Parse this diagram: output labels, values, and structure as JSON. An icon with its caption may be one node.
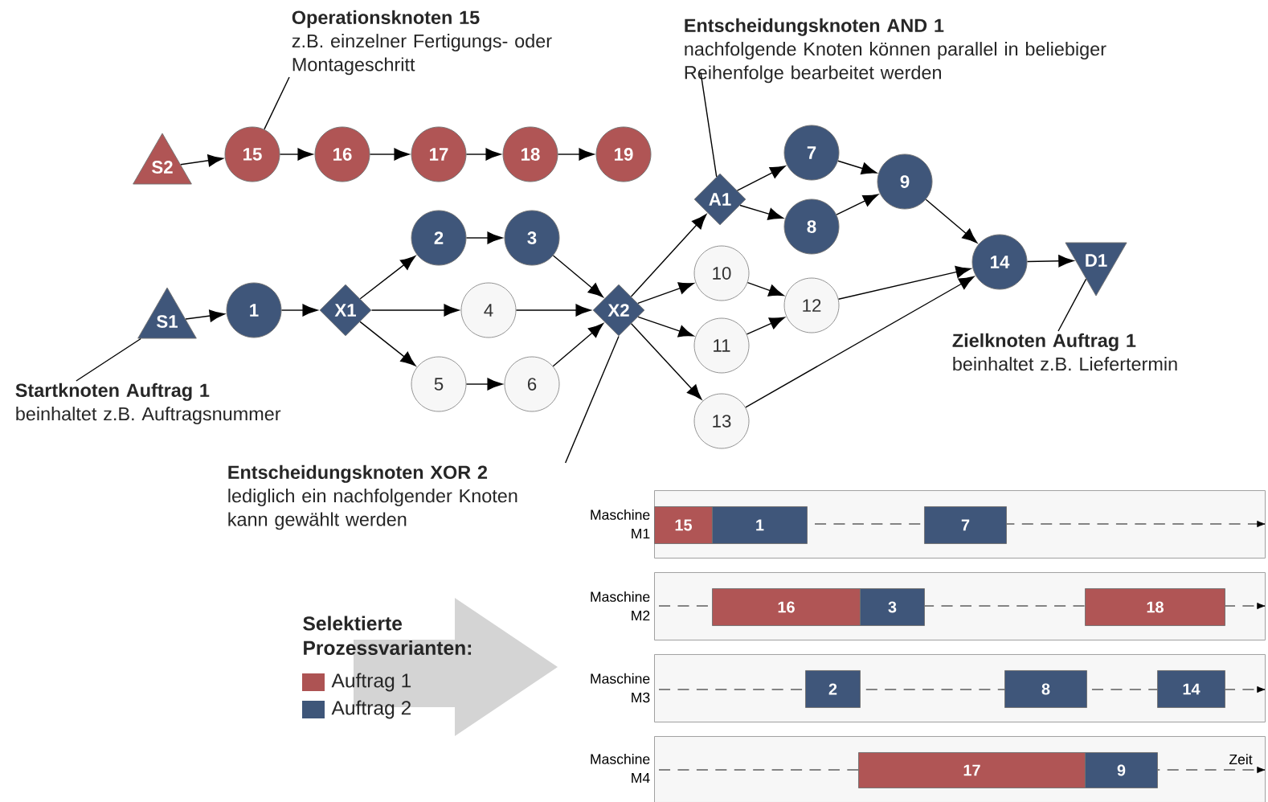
{
  "diagram": {
    "nodes": [
      {
        "text": [
          "S2"
        ]
      },
      {
        "text": [
          "15"
        ]
      },
      {
        "text": [
          "16"
        ]
      },
      {
        "text": [
          "17"
        ]
      },
      {
        "text": [
          "18"
        ]
      },
      {
        "text": [
          "19"
        ]
      },
      {
        "text": [
          "S1"
        ]
      },
      {
        "text": [
          "1"
        ]
      },
      {
        "text": [
          "X1"
        ]
      },
      {
        "text": [
          "2"
        ]
      },
      {
        "text": [
          "3"
        ]
      },
      {
        "text": [
          "4"
        ]
      },
      {
        "text": [
          "5"
        ]
      },
      {
        "text": [
          "6"
        ]
      },
      {
        "text": [
          "X2"
        ]
      },
      {
        "text": [
          "A1"
        ]
      },
      {
        "text": [
          "7"
        ]
      },
      {
        "text": [
          "8"
        ]
      },
      {
        "text": [
          "9"
        ]
      },
      {
        "text": [
          "10"
        ]
      },
      {
        "text": [
          "11"
        ]
      },
      {
        "text": [
          "12"
        ]
      },
      {
        "text": [
          "13"
        ]
      },
      {
        "text": [
          "14"
        ]
      },
      {
        "text": [
          "D1"
        ]
      },
      {
        "text": [
          "Operationsknoten 15",
          "z.B. einzelner Fertigungs- oder Montageschritt"
        ]
      },
      {
        "text": [
          "Entscheidungsknoten AND 1",
          "nachfolgende Knoten können parallel in beliebiger Reihenfolge bearbeitet werden"
        ]
      },
      {
        "text": [
          "Startknoten Auftrag 1",
          "beinhaltet z.B. Auftragsnummer"
        ]
      },
      {
        "text": [
          "Zielknoten Auftrag 1",
          "beinhaltet z.B. Liefertermin"
        ]
      },
      {
        "text": [
          "Entscheidungsknoten XOR 2",
          "lediglich ein nachfolgender Knoten kann gewählt werden"
        ]
      },
      {
        "text": [
          "Maschine M1"
        ]
      },
      {
        "text": [
          "15"
        ],
        "in": 30
      },
      {
        "text": [
          "1"
        ],
        "in": 30
      },
      {
        "text": [
          "7"
        ],
        "in": 30
      },
      {
        "text": [
          "Maschine M2"
        ]
      },
      {
        "text": [
          "16"
        ],
        "in": 34
      },
      {
        "text": [
          "3"
        ],
        "in": 34
      },
      {
        "text": [
          "18"
        ],
        "in": 34
      },
      {
        "text": [
          "Maschine M3"
        ]
      },
      {
        "text": [
          "2"
        ],
        "in": 38
      },
      {
        "text": [
          "8"
        ],
        "in": 38
      },
      {
        "text": [
          "14"
        ],
        "in": 38
      },
      {
        "text": [
          "Maschine M4"
        ]
      },
      {
        "text": [
          "17"
        ],
        "in": 42
      },
      {
        "text": [
          "9"
        ],
        "in": 42
      }
    ],
    "edges": [
      {
        "from": 0,
        "to": 1,
        "arrow": "to"
      },
      {
        "from": 1,
        "to": 2,
        "arrow": "to"
      },
      {
        "from": 2,
        "to": 3,
        "arrow": "to"
      },
      {
        "from": 3,
        "to": 4,
        "arrow": "to"
      },
      {
        "from": 4,
        "to": 5,
        "arrow": "to"
      },
      {
        "from": 6,
        "to": 7,
        "arrow": "to"
      },
      {
        "from": 7,
        "to": 8,
        "arrow": "to"
      },
      {
        "from": 8,
        "to": 9,
        "arrow": "to"
      },
      {
        "from": 8,
        "to": 11,
        "arrow": "to"
      },
      {
        "from": 8,
        "to": 12,
        "arrow": "to"
      },
      {
        "from": 9,
        "to": 10,
        "arrow": "to"
      },
      {
        "from": 12,
        "to": 13,
        "arrow": "to"
      },
      {
        "from": 10,
        "to": 14,
        "arrow": "to"
      },
      {
        "from": 11,
        "to": 14,
        "arrow": "to"
      },
      {
        "from": 13,
        "to": 14,
        "arrow": "to"
      },
      {
        "from": 14,
        "to": 15,
        "arrow": "to"
      },
      {
        "from": 14,
        "to": 19,
        "arrow": "to"
      },
      {
        "from": 14,
        "to": 20,
        "arrow": "to"
      },
      {
        "from": 14,
        "to": 22,
        "arrow": "to"
      },
      {
        "from": 15,
        "to": 16,
        "arrow": "to"
      },
      {
        "from": 15,
        "to": 17,
        "arrow": "to"
      },
      {
        "from": 16,
        "to": 18,
        "arrow": "to"
      },
      {
        "from": 17,
        "to": 18,
        "arrow": "to"
      },
      {
        "from": 18,
        "to": 23,
        "arrow": "to"
      },
      {
        "from": 19,
        "to": 21,
        "arrow": "to"
      },
      {
        "from": 20,
        "to": 21,
        "arrow": "to"
      },
      {
        "from": 21,
        "to": 23,
        "arrow": "to"
      },
      {
        "from": 22,
        "to": 23,
        "arrow": "to"
      },
      {
        "from": 23,
        "to": 24,
        "arrow": "to"
      },
      {
        "from": 25,
        "to": 1,
        "arrow": "none"
      },
      {
        "from": 26,
        "to": 15,
        "arrow": "none"
      },
      {
        "from": 27,
        "to": 6,
        "arrow": "none"
      },
      {
        "from": 28,
        "to": 24,
        "arrow": "none"
      },
      {
        "from": 29,
        "to": 14,
        "arrow": "none"
      }
    ],
    "labels": [
      "Selektierte Prozessvarianten:",
      "Zeit"
    ],
    "legend": [
      {
        "text": "Auftrag 1",
        "color": "#ad5353"
      },
      {
        "text": "Auftrag 2",
        "color": "#3e5679"
      }
    ]
  }
}
